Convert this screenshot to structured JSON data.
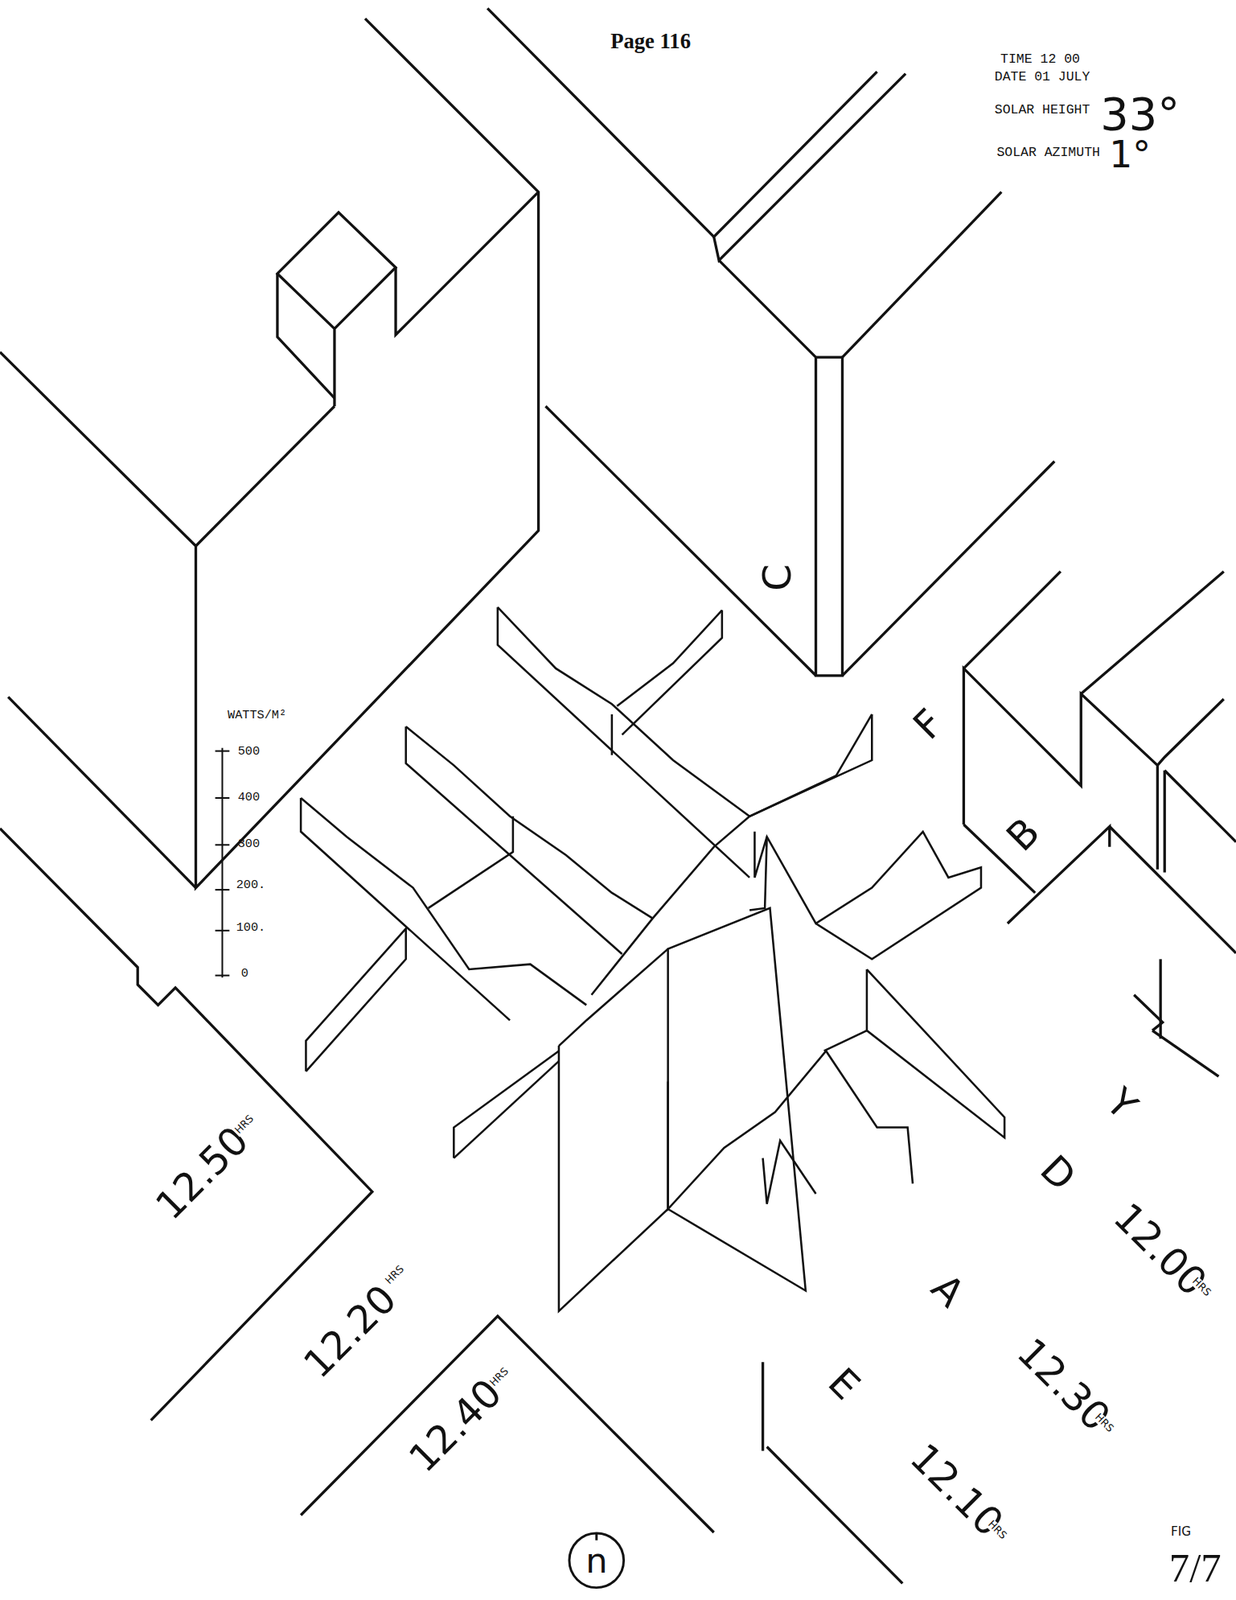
{
  "diagram": {
    "nodes": [
      {
        "text": [
          "n"
        ]
      }
    ],
    "labels": [
      "Page 116",
      "TIME 12 00",
      "DATE 01 JULY",
      "SOLAR HEIGHT",
      "33°",
      "SOLAR AZIMUTH",
      "1°",
      "C",
      "WATTS/M²",
      "500",
      "400",
      "300",
      "200.",
      "100.",
      "0",
      "F",
      "B",
      "Y",
      "D",
      "12.50",
      "HRS",
      "12.20",
      "HRS",
      "A",
      "12.00",
      "HRS",
      "E",
      "12.30",
      "HRS",
      "12.40",
      "HRS",
      "12.10",
      "HRS",
      "FIG",
      "7/7"
    ]
  }
}
